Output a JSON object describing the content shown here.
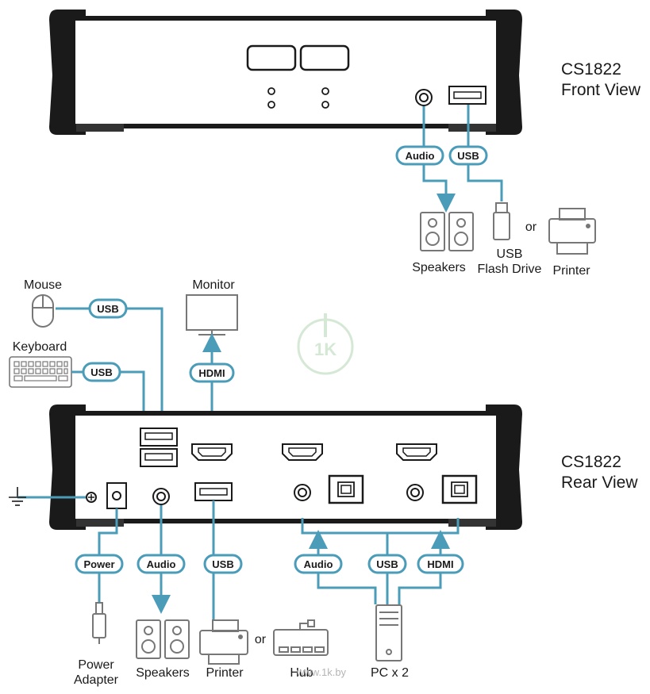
{
  "front_view": {
    "model": "CS1822",
    "view": "Front View"
  },
  "rear_view": {
    "model": "CS1822",
    "view": "Rear View"
  },
  "cable_labels": {
    "usb": "USB",
    "audio": "Audio",
    "hdmi": "HDMI",
    "power": "Power"
  },
  "devices": {
    "speakers": "Speakers",
    "usb_flash_drive_line1": "USB",
    "usb_flash_drive_line2": "Flash Drive",
    "printer": "Printer",
    "or": "or",
    "mouse": "Mouse",
    "keyboard": "Keyboard",
    "monitor": "Monitor",
    "power_adapter_line1": "Power",
    "power_adapter_line2": "Adapter",
    "hub": "Hub",
    "pc": "PC x 2"
  },
  "watermark": "www.1k.by",
  "colors": {
    "cable": "#4a9cb8",
    "badge_border": "#4a9cb8",
    "chassis": "#1a1a1a",
    "device_gray": "#777777"
  }
}
